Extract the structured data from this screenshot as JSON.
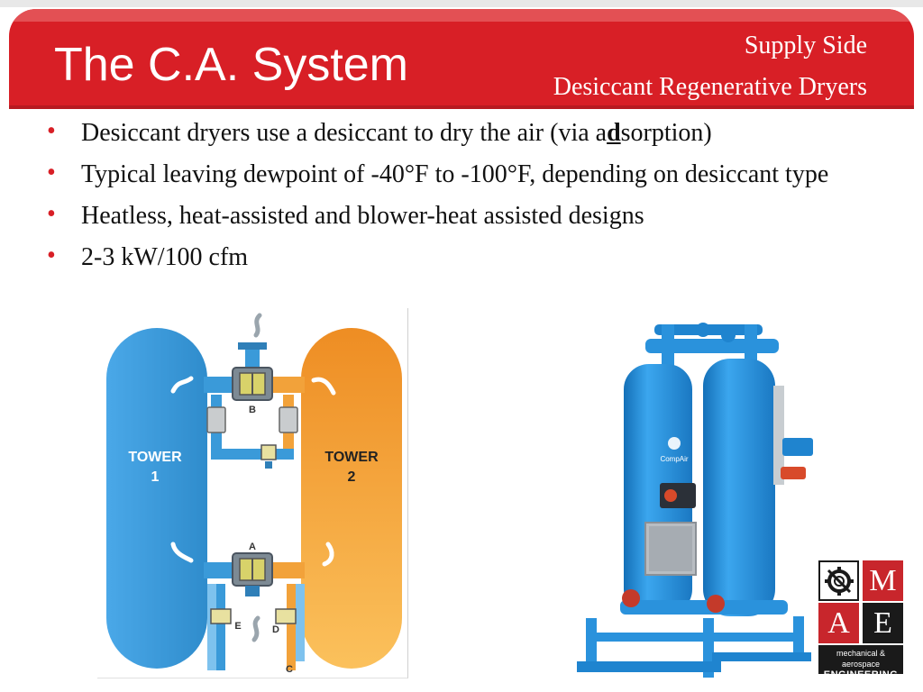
{
  "slide": {
    "title": "The C.A. System",
    "subtitle_line1": "Supply Side",
    "subtitle_line2": "Desiccant Regenerative Dryers"
  },
  "bullets": [
    {
      "pre": "Desiccant dryers use a desiccant to dry the air (via a",
      "emph": "d",
      "post": "sorption)"
    },
    {
      "text": "Typical leaving dewpoint of -40°F to -100°F, depending on desiccant type"
    },
    {
      "text": "Heatless, heat-assisted and blower-heat assisted designs"
    },
    {
      "text": "2-3 kW/100 cfm"
    }
  ],
  "diagram": {
    "tower1_line1": "TOWER",
    "tower1_line2": "1",
    "tower2_line1": "TOWER",
    "tower2_line2": "2",
    "valve_a": "A",
    "valve_b": "B",
    "valve_c": "C",
    "valve_d": "D",
    "valve_e": "E",
    "colors": {
      "tower1": "#3a9ad9",
      "tower2": "#f2a23a"
    }
  },
  "product": {
    "brand": "CompAir",
    "color": "#1f8fe0"
  },
  "logo": {
    "m": "M",
    "a": "A",
    "e": "E",
    "line1": "mechanical & aerospace",
    "line2": "ENGINEERING",
    "colors": {
      "red": "#c8262c",
      "dark": "#1a1a1a"
    }
  }
}
